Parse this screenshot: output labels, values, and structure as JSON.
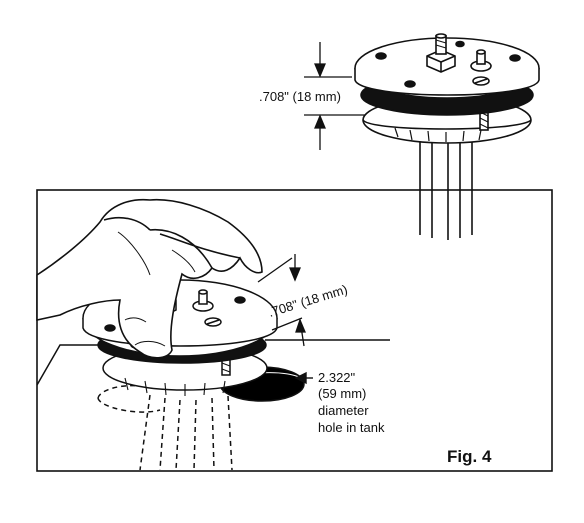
{
  "top_dimension": {
    "text": ".708\" (18 mm)"
  },
  "inset_dimension": {
    "text": ".708\" (18 mm)"
  },
  "hole_callout": {
    "line1": "2.322\"",
    "line2": "(59 mm)",
    "line3": "diameter",
    "line4": "hole in tank"
  },
  "figure_label": "Fig. 4",
  "colors": {
    "ink": "#111111",
    "paper": "#ffffff",
    "hole": "#000000"
  }
}
